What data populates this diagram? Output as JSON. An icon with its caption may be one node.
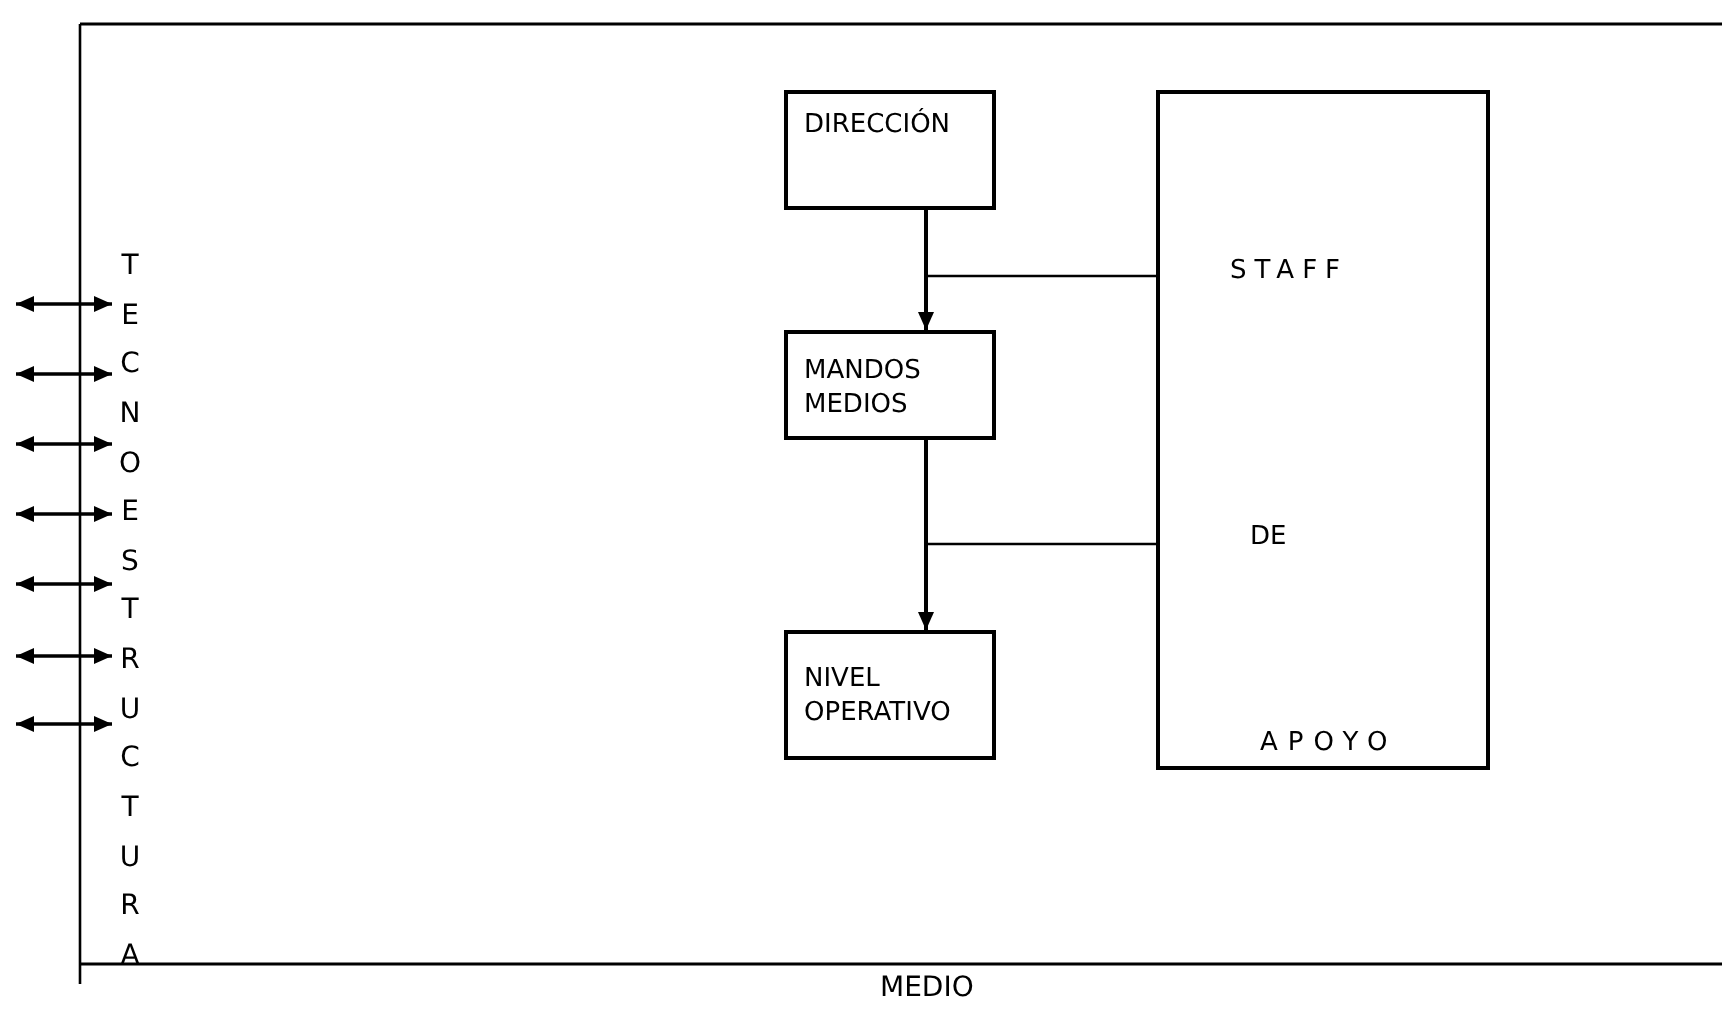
{
  "diagram": {
    "nodes": [
      {
        "text": [
          "DIRECCIÓN"
        ]
      },
      {
        "text": [
          "MANDOS MEDIOS"
        ]
      },
      {
        "text": [
          "NIVEL OPERATIVO"
        ]
      },
      {
        "text": [
          "STAFF",
          "DE",
          "APOYO"
        ]
      }
    ],
    "edges": [
      {
        "from": 0,
        "to": 1,
        "arrow": "to"
      },
      {
        "from": 1,
        "to": 2,
        "arrow": "to"
      },
      {
        "from": 3,
        "to": null,
        "arrow": "none"
      },
      {
        "from": 3,
        "to": null,
        "arrow": "none"
      }
    ],
    "labels": [
      "TECNOESTRUCTURA",
      "MEDIO"
    ]
  }
}
